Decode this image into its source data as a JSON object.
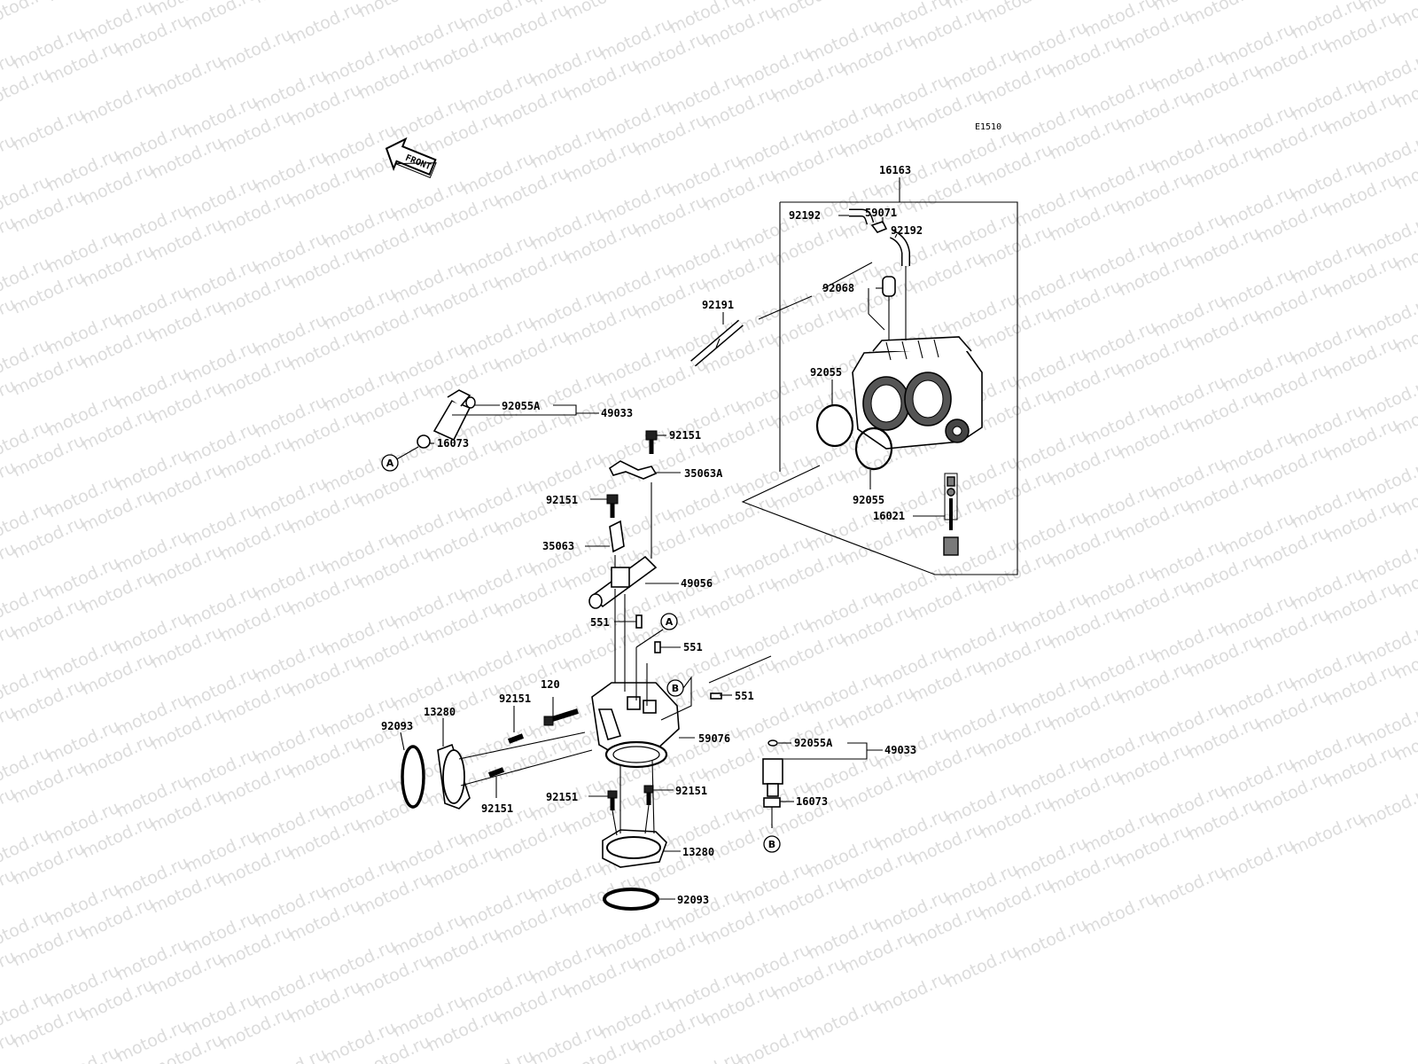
{
  "diagram_code": "E1510",
  "front_arrow": {
    "label": "FRONT"
  },
  "watermark": {
    "text": "motod.ru"
  },
  "part_labels": [
    {
      "id": "16163",
      "text": "16163"
    },
    {
      "id": "59071",
      "text": "59071"
    },
    {
      "id": "92192-left",
      "text": "92192"
    },
    {
      "id": "92192-right",
      "text": "92192"
    },
    {
      "id": "92068",
      "text": "92068"
    },
    {
      "id": "92191",
      "text": "92191"
    },
    {
      "id": "92055-top",
      "text": "92055"
    },
    {
      "id": "92055-bottom",
      "text": "92055"
    },
    {
      "id": "16021",
      "text": "16021"
    },
    {
      "id": "92055A-top",
      "text": "92055A"
    },
    {
      "id": "49033-top",
      "text": "49033"
    },
    {
      "id": "16073-top",
      "text": "16073"
    },
    {
      "id": "92151-a",
      "text": "92151"
    },
    {
      "id": "35063A",
      "text": "35063A"
    },
    {
      "id": "92151-b",
      "text": "92151"
    },
    {
      "id": "35063",
      "text": "35063"
    },
    {
      "id": "49056",
      "text": "49056"
    },
    {
      "id": "551-a",
      "text": "551"
    },
    {
      "id": "551-b",
      "text": "551"
    },
    {
      "id": "551-c",
      "text": "551"
    },
    {
      "id": "120",
      "text": "120"
    },
    {
      "id": "92151-c",
      "text": "92151"
    },
    {
      "id": "13280-left",
      "text": "13280"
    },
    {
      "id": "92093-left",
      "text": "92093"
    },
    {
      "id": "92151-d",
      "text": "92151"
    },
    {
      "id": "59076",
      "text": "59076"
    },
    {
      "id": "92055A-bottom",
      "text": "92055A"
    },
    {
      "id": "49033-bottom",
      "text": "49033"
    },
    {
      "id": "92151-e",
      "text": "92151"
    },
    {
      "id": "92151-f",
      "text": "92151"
    },
    {
      "id": "16073-bottom",
      "text": "16073"
    },
    {
      "id": "13280-bottom",
      "text": "13280"
    },
    {
      "id": "92093-bottom",
      "text": "92093"
    }
  ],
  "connectors": [
    {
      "id": "A-left",
      "text": "A"
    },
    {
      "id": "A-center",
      "text": "A"
    },
    {
      "id": "B-center",
      "text": "B"
    },
    {
      "id": "B-bottom",
      "text": "B"
    }
  ]
}
